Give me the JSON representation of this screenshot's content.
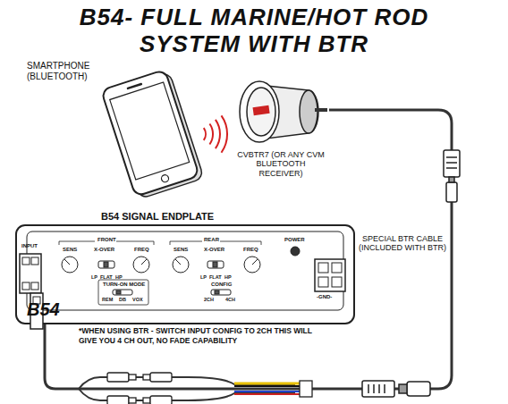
{
  "diagram": {
    "title": "B54- FULL MARINE/HOT ROD SYSTEM WITH BTR",
    "nodes": [
      {
        "text": [
          "SMARTPHONE (BLUETOOTH)"
        ]
      },
      {
        "text": [
          "CVBTR7 (OR ANY CVM BLUETOOTH RECEIVER)"
        ]
      },
      {
        "text": [
          "B54 SIGNAL ENDPLATE",
          "B54"
        ]
      }
    ],
    "edges": [
      {
        "from": 1,
        "to": 2,
        "arrow": "none",
        "label": "SPECIAL BTR CABLE (INCLUDED WITH BTR)"
      }
    ],
    "labels": [
      "INPUT",
      "FRONT",
      "SENS",
      "X-OVER",
      "FREQ",
      "LP",
      "FLAT",
      "HP",
      "REAR",
      "SENS",
      "X-OVER",
      "FREQ",
      "LP",
      "FLAT",
      "HP",
      "POWER",
      "TURN-ON MODE",
      "REM",
      "DB",
      "VOX",
      "CONFIG",
      "2CH",
      "4CH",
      "-GND-",
      "*WHEN USING BTR - SWITCH INPUT CONFIG TO 2CH THIS WILL GIVE YOU 4 CH OUT, NO FADE CAPABILITY"
    ]
  }
}
